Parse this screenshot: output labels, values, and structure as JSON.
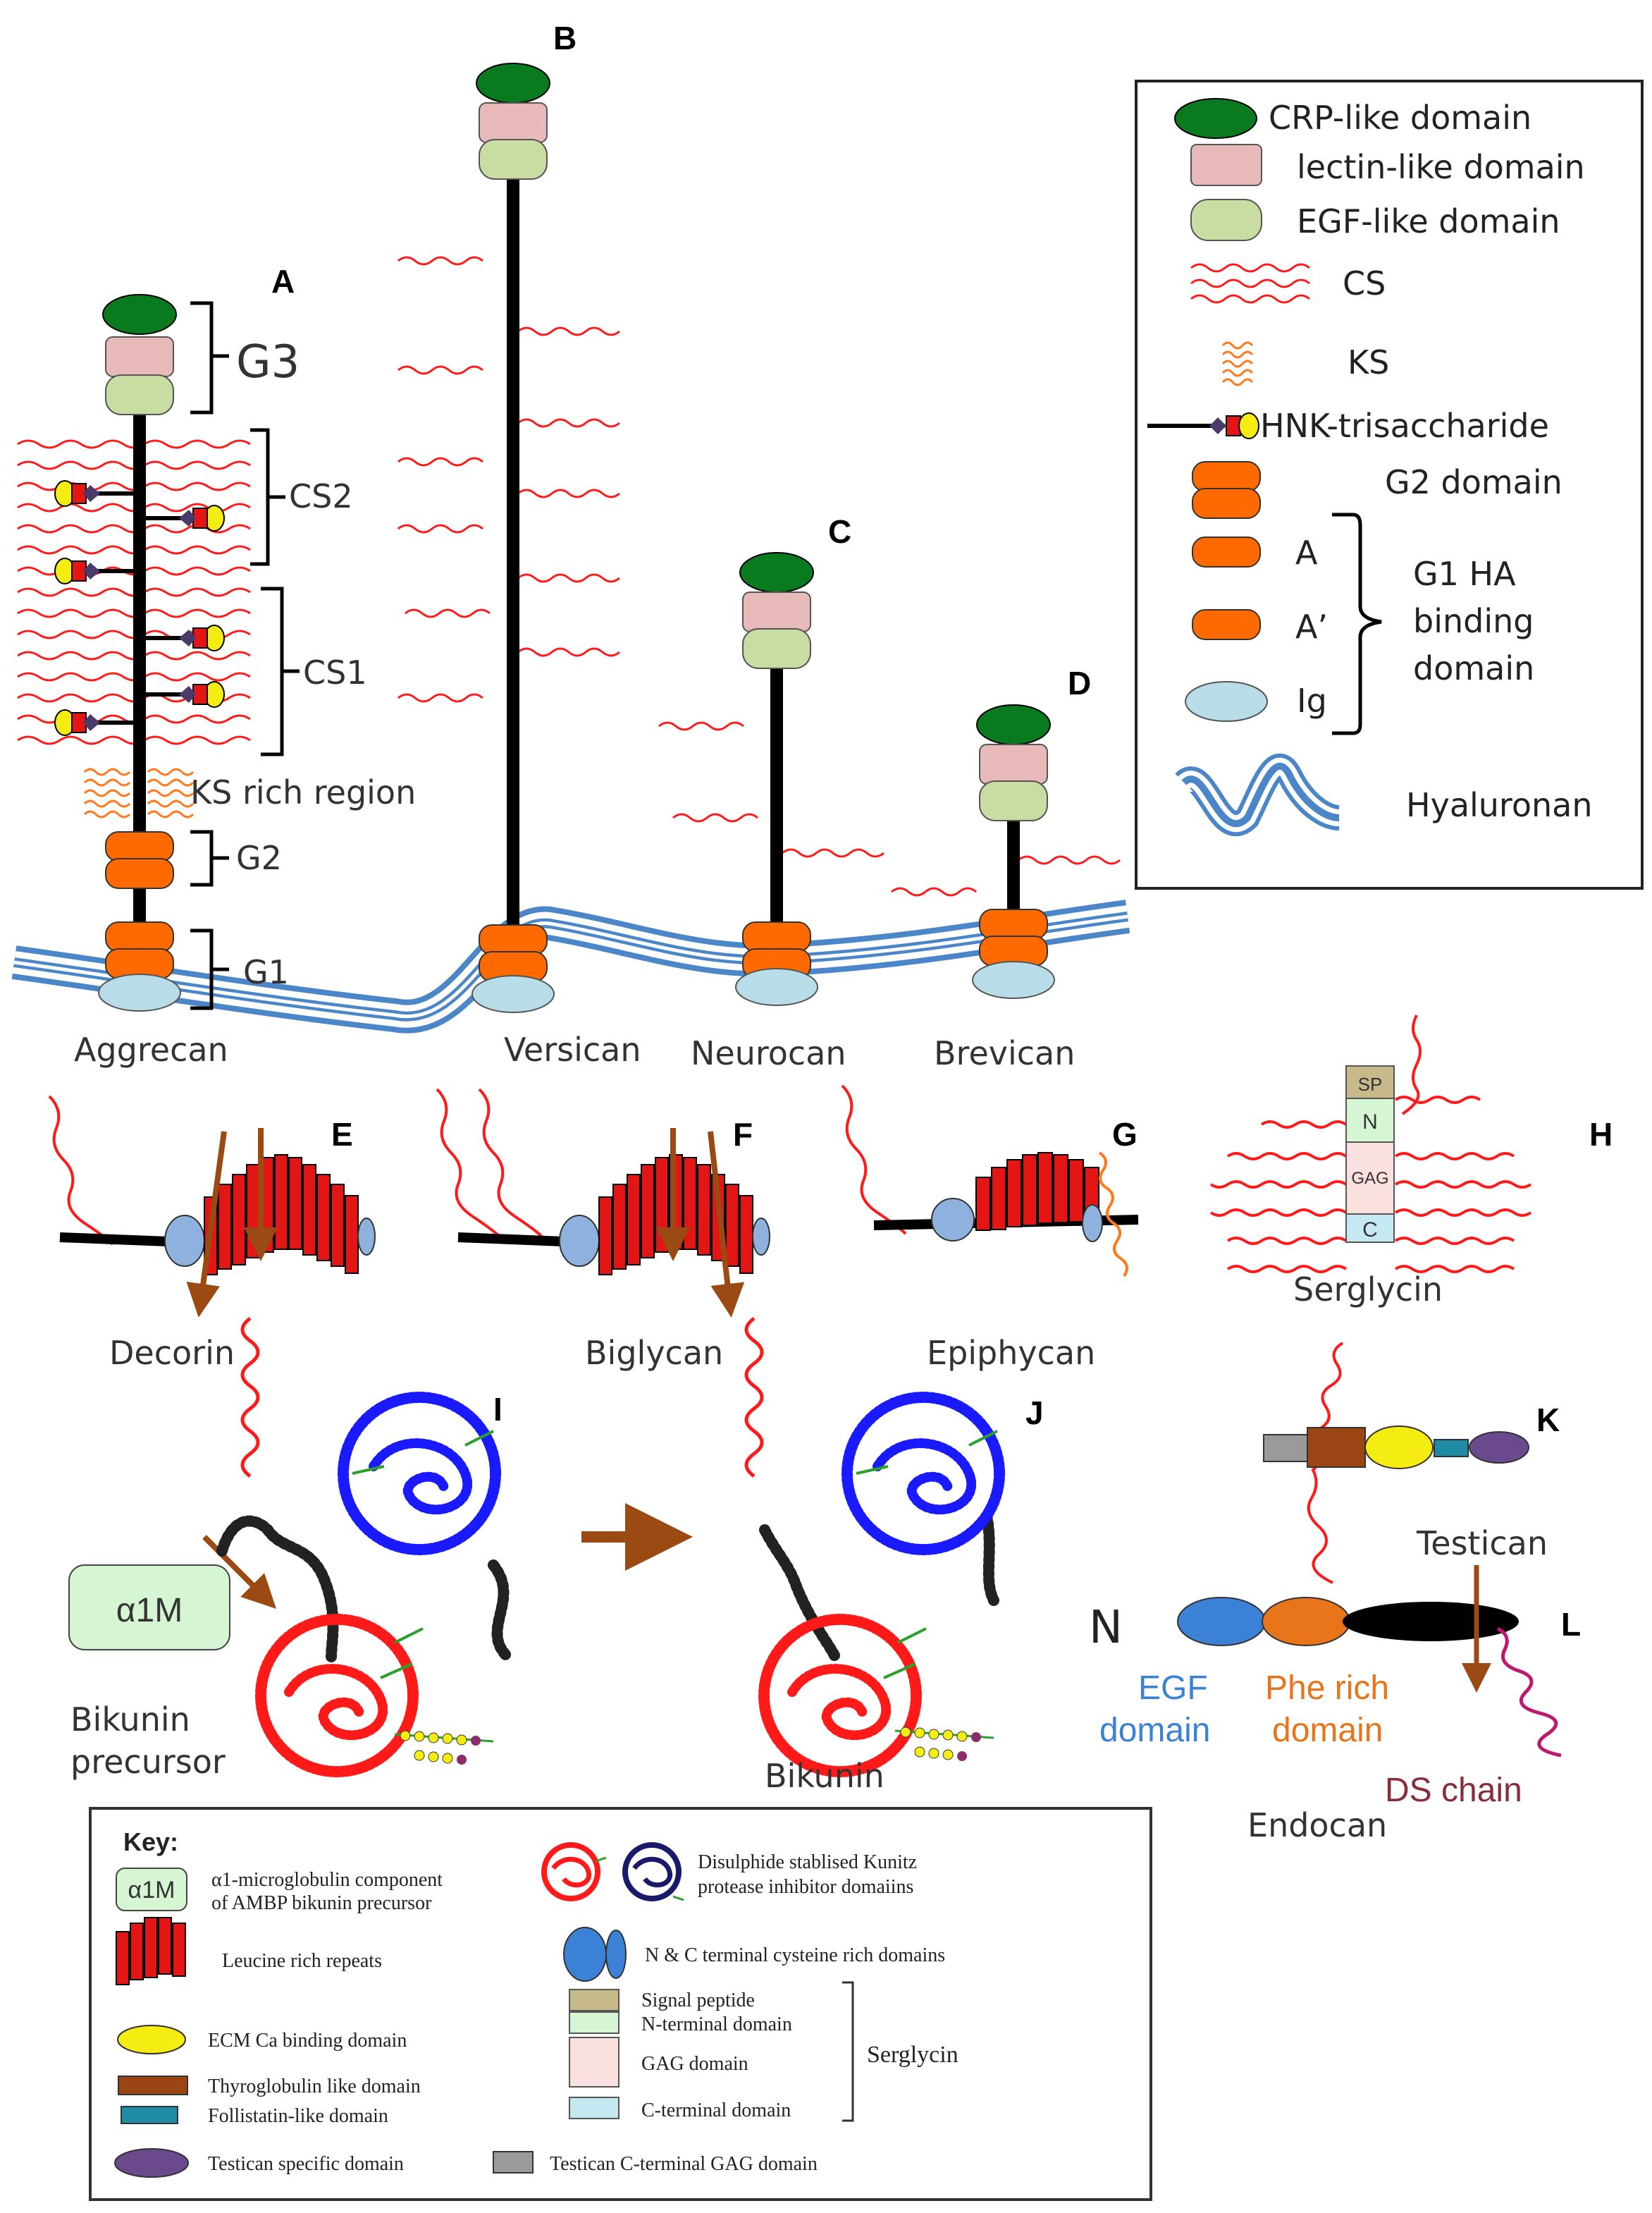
{
  "panels": {
    "a": "A",
    "b": "B",
    "c": "C",
    "d": "D",
    "e": "E",
    "f": "F",
    "g": "G",
    "h": "H",
    "i": "I",
    "j": "J",
    "k": "K",
    "l": "L"
  },
  "aggrecan": {
    "name": "Aggrecan",
    "regions": {
      "g3": "G3",
      "cs2": "CS2",
      "cs1": "CS1",
      "ks": "KS rich region",
      "g2": "G2",
      "g1": "G1"
    }
  },
  "names": {
    "versican": "Versican",
    "neurocan": "Neurocan",
    "brevican": "Brevican",
    "decorin": "Decorin",
    "biglycan": "Biglycan",
    "epiphycan": "Epiphycan",
    "serglycin": "Serglycin",
    "testican": "Testican",
    "bikunin_precursor": [
      "Bikunin",
      "precursor"
    ],
    "bikunin": "Bikunin",
    "endocan": "Endocan"
  },
  "serglycin_segments": {
    "sp": "SP",
    "n": "N",
    "gag": "GAG",
    "c": "C"
  },
  "a1m": "α1M",
  "endocan": {
    "n_label": "N",
    "egf": [
      "EGF",
      "domain"
    ],
    "phe": [
      "Phe rich",
      "domain"
    ],
    "ds": "DS chain"
  },
  "legend": {
    "items": [
      "CRP-like domain",
      "lectin-like domain",
      "EGF-like domain",
      "CS",
      "KS",
      "HNK-trisaccharide",
      "G2 domain",
      "A",
      "A’",
      "Ig",
      "Hyaluronan"
    ],
    "g1_group": [
      "G1 HA",
      "binding",
      "domain"
    ]
  },
  "key": {
    "title": "Key:",
    "a1m_desc": [
      "α1-microglobulin component",
      "of AMBP bikunin precursor"
    ],
    "lrr": "Leucine rich repeats",
    "ecm": "ECM Ca binding domain",
    "thyro": "Thyroglobulin like domain",
    "follistatin": "Follistatin-like domain",
    "testican_specific": "Testican specific domain",
    "testican_cterm": "Testican C-terminal GAG domain",
    "kunitz": [
      "Disulphide stablised Kunitz",
      "protease inhibitor domaiins"
    ],
    "cys": "N & C terminal cysteine rich domains",
    "sp": "Signal peptide",
    "nterm": "N-terminal domain",
    "gag": "GAG domain",
    "cterm": "C-terminal  domain",
    "serglycin": "Serglycin"
  },
  "colors": {
    "crp": "#0a7a1e",
    "lectin": "#e7b9b9",
    "egf": "#c9dca2",
    "cs": "#ff1a1a",
    "ks": "#ff7a1a",
    "g2": "#ff6a00",
    "ig": "#b8dde8",
    "hyaluronan": "#4a86c8",
    "lrr": "#e31515",
    "cys": "#8fb1dd",
    "a1m": "#d6f5d2",
    "kunitz_red": "#ff1a1a",
    "kunitz_blue": "#1a1aff",
    "ecm": "#f5ec12",
    "thyro": "#9a4513",
    "follistatin": "#1f8ba5",
    "testican": "#6a4a8c",
    "gray": "#9a9a9a",
    "arrow": "#9a4a12",
    "ds": "#c0186e",
    "egf_text": "#3b82d6",
    "phe_text": "#e8751a",
    "ds_text": "#8a2d3a"
  }
}
